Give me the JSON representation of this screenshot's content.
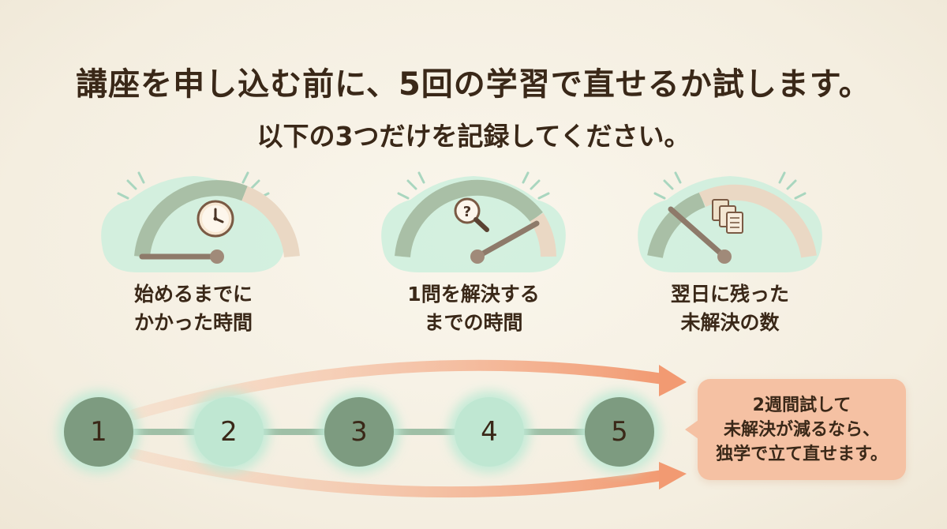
{
  "header": {
    "title": "講座を申し込む前に、5回の学習で直せるか試します。",
    "subtitle": "以下の3つだけを記録してください。"
  },
  "metrics": [
    {
      "icon": "clock-icon",
      "lines": [
        "始めるまでに",
        "かかった時間"
      ],
      "level": 0.02
    },
    {
      "icon": "magnifier-question-icon",
      "lines": [
        "1問を解決する",
        "までの時間"
      ],
      "level": 0.75
    },
    {
      "icon": "documents-icon",
      "lines": [
        "翌日に残った",
        "未解決の数"
      ],
      "level": 0.2
    }
  ],
  "sessions": {
    "nodes": [
      "1",
      "2",
      "3",
      "4",
      "5"
    ]
  },
  "callout": {
    "lines": [
      "2週間試して",
      "未解決が減るなら、",
      "独学で立て直せます。"
    ]
  },
  "colors": {
    "background": "#f7f2e6",
    "mint": "#cdeedd",
    "arc_green": "#a9bfa6",
    "arc_peach": "#ead8c4",
    "dark_node": "#7d9b80",
    "light_node": "#bfe7d2",
    "arrow": "#f2a27c",
    "callout": "#f5c1a3",
    "text": "#3a2818"
  }
}
